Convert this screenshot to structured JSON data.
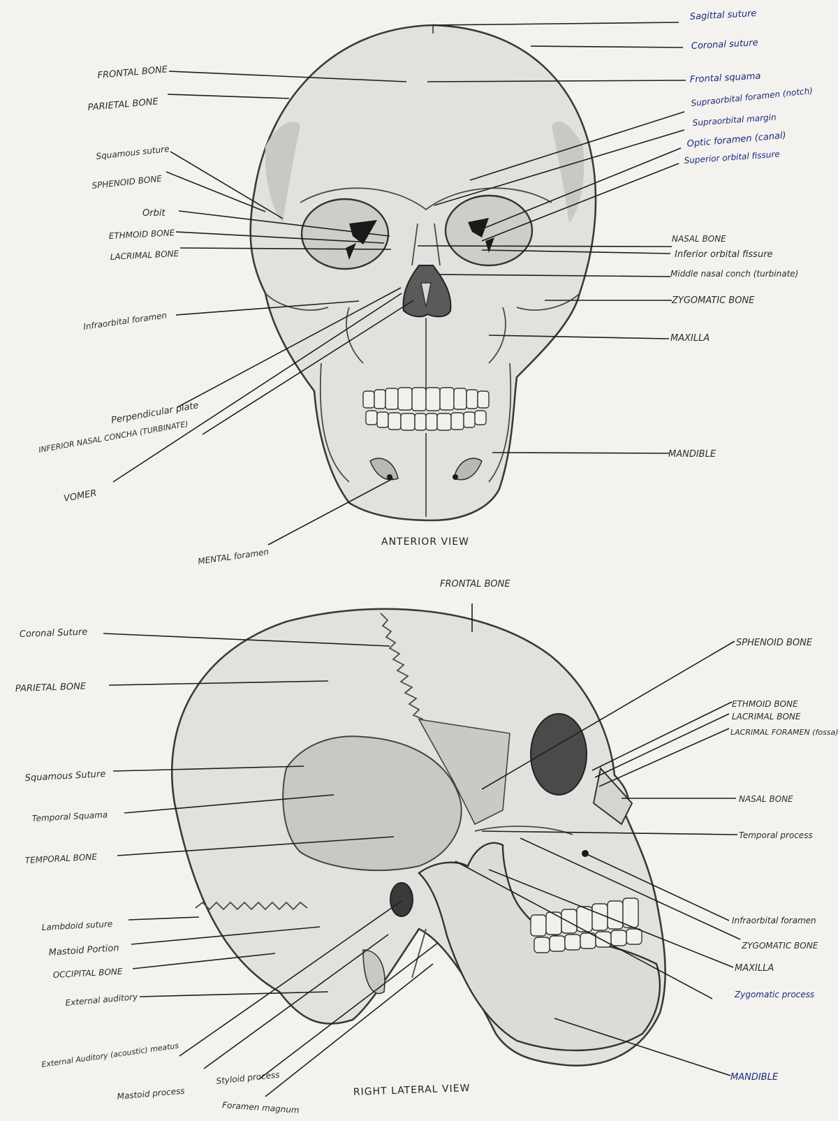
{
  "anterior": {
    "caption": "ANTERIOR VIEW",
    "labels": [
      "Sagittal suture",
      "Coronal suture",
      "FRONTAL BONE",
      "Frontal squama",
      "PARIETAL BONE",
      "Supraorbital foramen (notch)",
      "Supraorbital margin",
      "Optic foramen (canal)",
      "Squamous suture",
      "Superior orbital fissure",
      "SPHENOID BONE",
      "Orbit",
      "ETHMOID BONE",
      "NASAL BONE",
      "LACRIMAL BONE",
      "Inferior orbital fissure",
      "Middle nasal conch (turbinate)",
      "ZYGOMATIC BONE",
      "Infraorbital foramen",
      "MAXILLA",
      "Perpendicular plate",
      "INFERIOR NASAL CONCHA (TURBINATE)",
      "MANDIBLE",
      "VOMER",
      "MENTAL foramen"
    ]
  },
  "lateral": {
    "caption": "RIGHT LATERAL VIEW",
    "labels": [
      "FRONTAL BONE",
      "Coronal Suture",
      "SPHENOID BONE",
      "PARIETAL BONE",
      "ETHMOID BONE",
      "LACRIMAL BONE",
      "LACRIMAL FORAMEN (fossa)",
      "Squamous Suture",
      "NASAL BONE",
      "Temporal Squama",
      "Temporal process",
      "TEMPORAL BONE",
      "Infraorbital foramen",
      "Lambdoid suture",
      "ZYGOMATIC BONE",
      "Mastoid Portion",
      "MAXILLA",
      "OCCIPITAL BONE",
      "Zygomatic process",
      "External auditory",
      "External Auditory (acoustic) meatus",
      "Styloid process",
      "Mastoid process",
      "MANDIBLE",
      "Foramen magnum"
    ]
  }
}
